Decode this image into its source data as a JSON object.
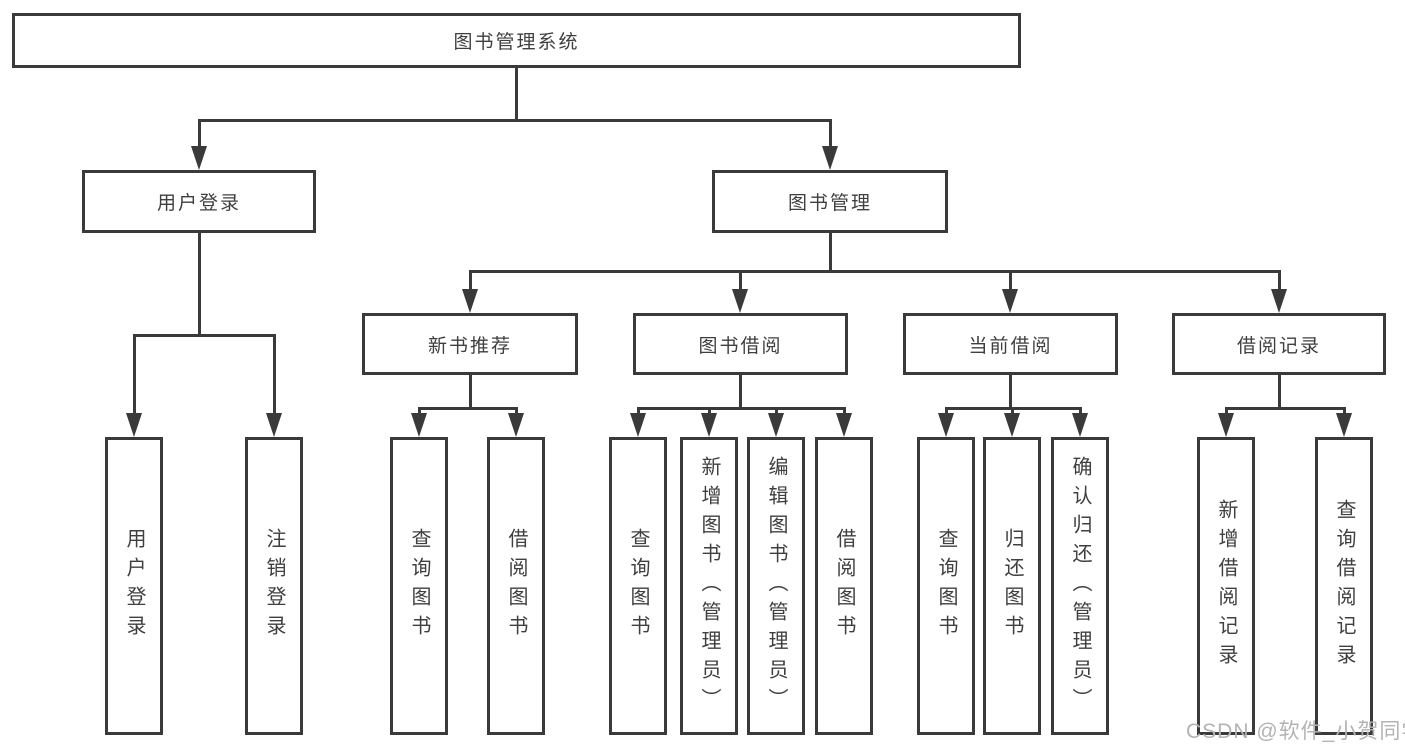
{
  "diagram": {
    "root": "图书管理系统",
    "level2": [
      {
        "label": "用户登录",
        "leaves": [
          "用户登录",
          "注销登录"
        ]
      },
      {
        "label": "图书管理",
        "level3": [
          {
            "label": "新书推荐",
            "leaves": [
              "查询图书",
              "借阅图书"
            ]
          },
          {
            "label": "图书借阅",
            "leaves": [
              "查询图书",
              "新增图书（管理员）",
              "编辑图书（管理员）",
              "借阅图书"
            ]
          },
          {
            "label": "当前借阅",
            "leaves": [
              "查询图书",
              "归还图书",
              "确认归还（管理员）"
            ]
          },
          {
            "label": "借阅记录",
            "leaves": [
              "新增借阅记录",
              "查询借阅记录"
            ]
          }
        ]
      }
    ]
  },
  "watermark": "CSDN @软件_小贺同学",
  "colors": {
    "line": "#3a3a3a",
    "text": "#3f3f3f",
    "watermark": "#b3b3b3",
    "background": "#ffffff"
  }
}
